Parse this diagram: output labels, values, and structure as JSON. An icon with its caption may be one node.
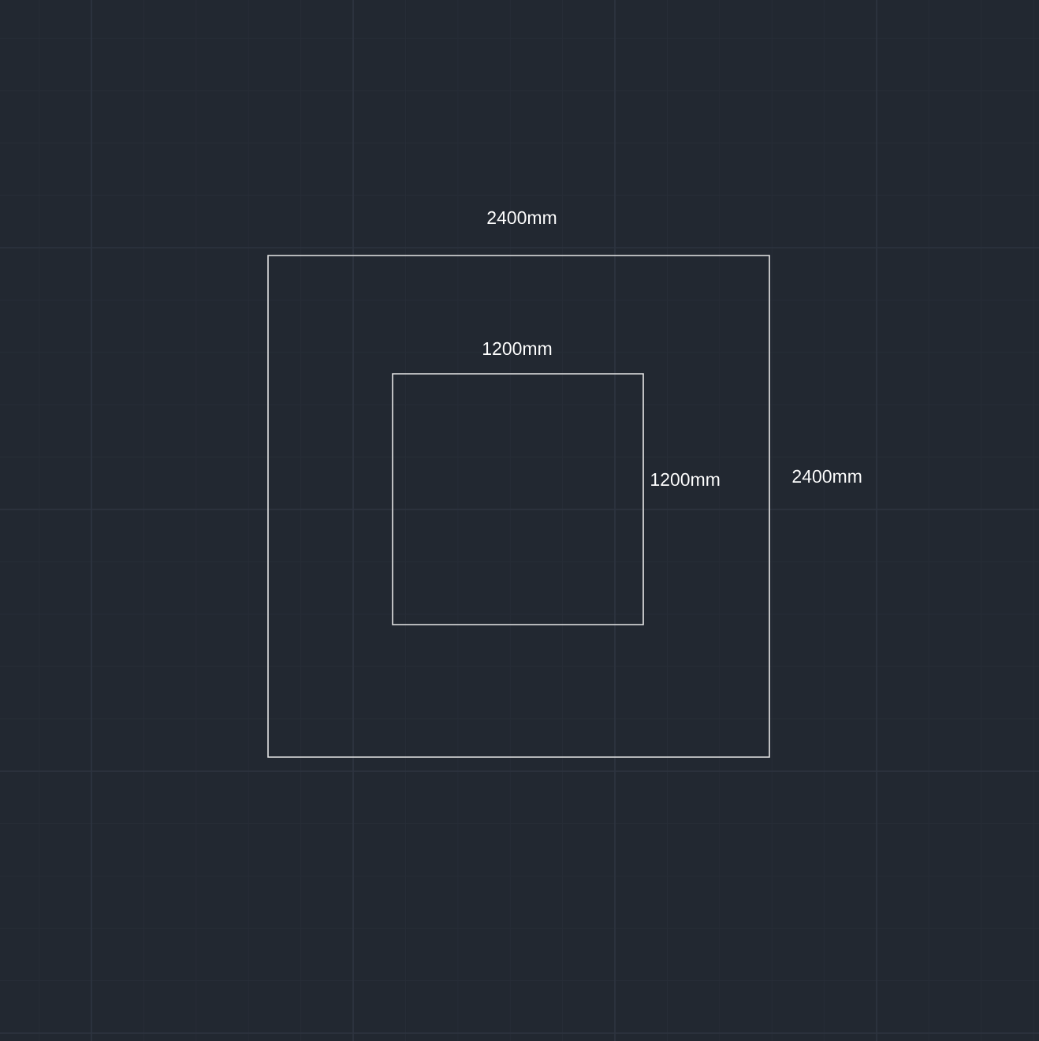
{
  "diagram": {
    "nodes": [
      {
        "text": [],
        "shape": "box"
      },
      {
        "text": [],
        "shape": "box",
        "in": 0
      }
    ],
    "labels": [
      "2400mm",
      "1200mm",
      "1200mm",
      "2400mm"
    ]
  }
}
